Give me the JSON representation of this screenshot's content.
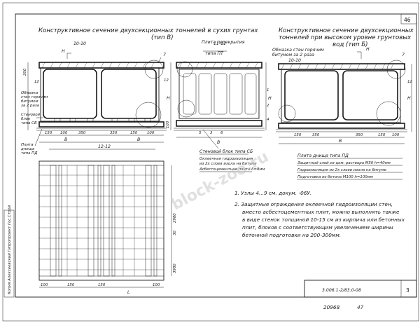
{
  "sheet": {
    "corner_number": "46",
    "sheet_number": "3",
    "doc_code": "3.006.1-2/83.0-08",
    "bottom_code": "20968",
    "bottom_page": "47",
    "side_stamp": "Копия Алексеевский Гипропроект Гос.Строй"
  },
  "left_title": {
    "line1": "Конструктивное сечение двухсекционных тоннелей в сухих грунтах",
    "line2": "(тип В)"
  },
  "right_title": {
    "line1": "Конструктивное сечение двухсекционных",
    "line2": "тоннелей при высоком уровне грунтовых",
    "line3": "вод (тип Б)"
  },
  "section_labels": {
    "s1010_left": "10-10",
    "s1111": "11-11",
    "s1212": "12-12",
    "s1010_right": "10-10",
    "h_left": "H",
    "h_mid": "H",
    "h_right": "H"
  },
  "labels": {
    "plita_perekrytia": "Плита перекрытия",
    "plita_type": "типа ПТ",
    "obmazka_sten": "Обмазка стен горячим",
    "bitumom": "битумом за 2 раза",
    "obmazka_left1": "Обмазка",
    "obmazka_left2": "стен горячим",
    "obmazka_left3": "битумом",
    "obmazka_left4": "за 2 раза",
    "stenovoy1": "Стеновой",
    "stenovoy2": "блок",
    "stenovoy3": "типа СБ",
    "plita_dnisha1": "Плита",
    "plita_dnisha2": "днища",
    "plita_dnisha3": "типа ПД"
  },
  "callout_sb": {
    "title": "Стеновой блок типа СБ",
    "line1": "Оклеечная гидроизоляция",
    "line2": "из 2х слоев изола на битуме",
    "line3": "Асбестоцементная плита δ=8мм"
  },
  "callout_pd": {
    "title": "Плита днища типа ПД",
    "line1": "Защитный слой из цем. раствора М50 h=40мм",
    "line2": "Гидроизоляция из 2х слоев изола на битуме",
    "line3": "Подготовка из бетона М100 h=100мм"
  },
  "dims": {
    "d200": "200",
    "d12": "12",
    "d150a": "150",
    "d100a": "100",
    "d350a": "350",
    "d350b": "350",
    "d150b": "150",
    "d100b": "100",
    "d_b1": "B",
    "d_b2": "B",
    "d_b3": "B",
    "d_b4": "B",
    "d_h1": "H",
    "d_h2": "H",
    "d_h3": "H",
    "d100c": "100",
    "d5": "5",
    "d3": "3",
    "d6": "6",
    "d1": "1",
    "d2": "2",
    "d4": "4",
    "d7a": "7",
    "d7b": "7",
    "d12b": "12",
    "d2980": "2980",
    "d3980": "3980",
    "d30": "30",
    "d100d": "100",
    "d150c": "150",
    "d150d": "150",
    "d100e": "100",
    "dL": "L",
    "d150e": "150",
    "d350c": "350",
    "d350d": "350",
    "d150f": "150",
    "d100f": "100"
  },
  "notes": {
    "n1": "1. Узлы 4...9 см. докум. -06У.",
    "n2_1": "2. Защитные ограждения оклеечной гидроизоляции стен,",
    "n2_2": "вместо асбестоцементных плит, можно выполнять также",
    "n2_3": "в виде стенок толщиной 10-15 см из кирпича или бетонных",
    "n2_4": "плит, блоков с соответствующим увеличением ширины",
    "n2_5": "бетонной подготовки на 200-300мм."
  },
  "watermark": "block-zoo.ru"
}
